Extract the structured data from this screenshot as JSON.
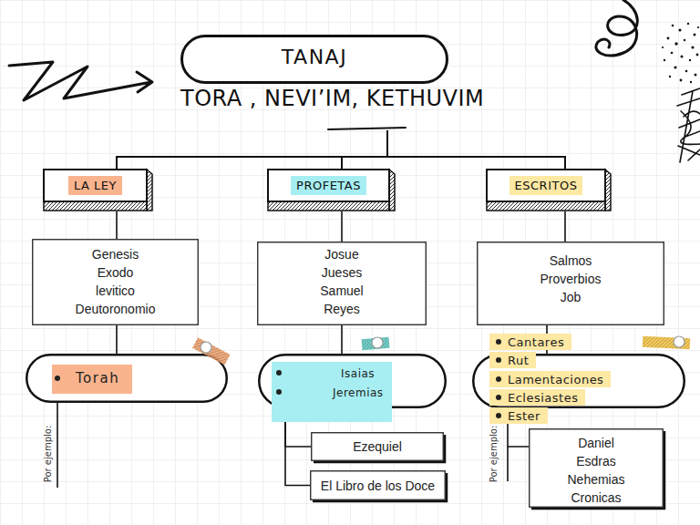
{
  "diagram": {
    "nodes": [
      {
        "text": [
          "TANAJ",
          "TORA , NEVI’IM, KETHUVIM"
        ]
      },
      {
        "text": [
          "LA LEY"
        ]
      },
      {
        "text": [
          "PROFETAS"
        ]
      },
      {
        "text": [
          "ESCRITOS"
        ]
      },
      {
        "text": [
          "Genesis",
          "Exodo",
          "levitico",
          "Deutoronomio"
        ]
      },
      {
        "text": [
          "Josue",
          "Jueses",
          "Samuel",
          "Reyes"
        ]
      },
      {
        "text": [
          "Salmos",
          "Proverbios",
          "Job"
        ]
      },
      {
        "text": [
          "Torah"
        ]
      },
      {
        "text": [
          "Isaias",
          "Jeremias"
        ]
      },
      {
        "text": [
          "Cantares",
          "Rut",
          "Lamentaciones",
          "Eclesiastes",
          "Ester"
        ]
      },
      {
        "text": [
          "Ezequiel"
        ]
      },
      {
        "text": [
          "El Libro de los Doce"
        ]
      },
      {
        "text": [
          "Daniel",
          "Esdras",
          "Nehemias",
          "Cronicas"
        ]
      }
    ],
    "edges": [
      {
        "from": 0,
        "to": 1,
        "arrow": "none"
      },
      {
        "from": 0,
        "to": 2,
        "arrow": "none"
      },
      {
        "from": 0,
        "to": 3,
        "arrow": "none"
      },
      {
        "from": 1,
        "to": 4,
        "arrow": "none"
      },
      {
        "from": 2,
        "to": 5,
        "arrow": "none"
      },
      {
        "from": 3,
        "to": 6,
        "arrow": "none"
      },
      {
        "from": 4,
        "to": 7,
        "arrow": "none"
      },
      {
        "from": 5,
        "to": 8,
        "arrow": "none"
      },
      {
        "from": 6,
        "to": 9,
        "arrow": "none"
      },
      {
        "from": 8,
        "to": 10,
        "arrow": "none"
      },
      {
        "from": 8,
        "to": 11,
        "arrow": "none"
      },
      {
        "from": 9,
        "to": 12,
        "arrow": "none"
      }
    ],
    "labels": [
      "Por ejemplo:",
      "Por ejemplo:"
    ]
  }
}
